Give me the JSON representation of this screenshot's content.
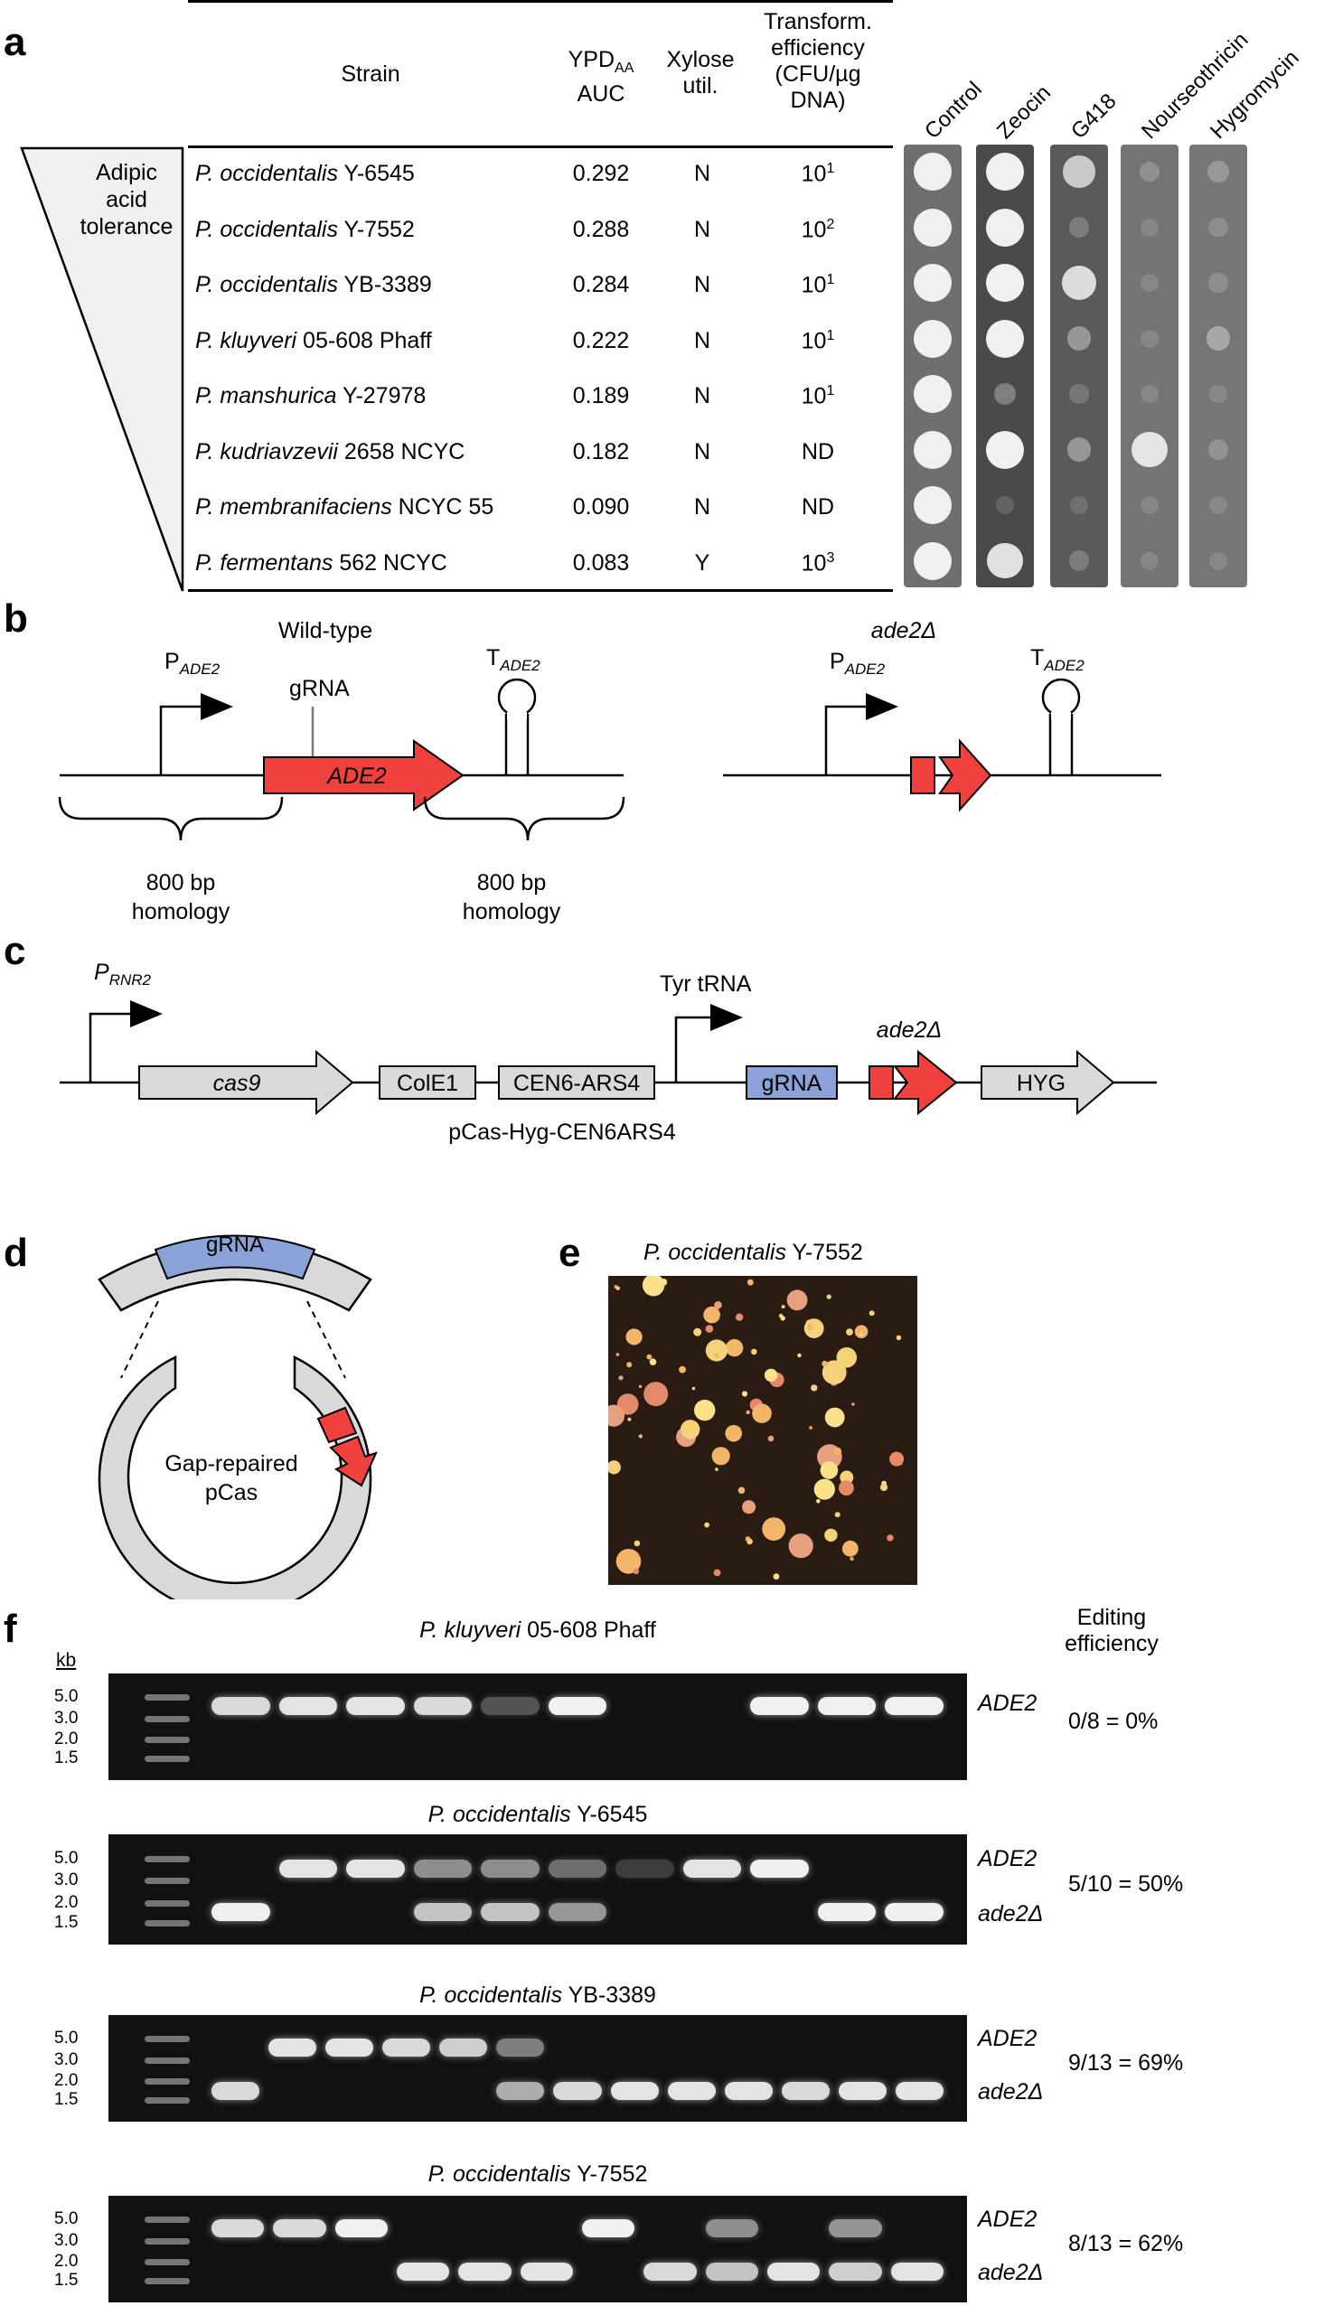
{
  "panel_labels": {
    "a": "a",
    "b": "b",
    "c": "c",
    "d": "d",
    "e": "e",
    "f": "f"
  },
  "table": {
    "headers": {
      "strain": "Strain",
      "ypd_line1": "YPD",
      "ypd_sub": "AA",
      "ypd_line2": "AUC",
      "xylose_line1": "Xylose",
      "xylose_line2": "util.",
      "tr_line1": "Transform.",
      "tr_line2": "efficiency",
      "tr_line3": "(CFU/µg",
      "tr_line4": "DNA)"
    },
    "tolerance_label_1": "Adipic",
    "tolerance_label_2": "acid",
    "tolerance_label_3": "tolerance",
    "rows": [
      {
        "genus": "P. occidentalis",
        "rest": " Y-6545",
        "auc": "0.292",
        "xyl": "N",
        "eff_base": "10",
        "eff_exp": "1",
        "spots": [
          1,
          1,
          0.7,
          0.1,
          0.15
        ]
      },
      {
        "genus": "P. occidentalis",
        "rest": " Y-7552",
        "auc": "0.288",
        "xyl": "N",
        "eff_base": "10",
        "eff_exp": "2",
        "spots": [
          1,
          1,
          0.1,
          0,
          0.05
        ]
      },
      {
        "genus": "P. occidentalis",
        "rest": " YB-3389",
        "auc": "0.284",
        "xyl": "N",
        "eff_base": "10",
        "eff_exp": "1",
        "spots": [
          1,
          1,
          0.85,
          0,
          0.05
        ]
      },
      {
        "genus": "P. kluyveri",
        "rest": " 05-608 Phaff",
        "auc": "0.222",
        "xyl": "N",
        "eff_base": "10",
        "eff_exp": "1",
        "spots": [
          1,
          1,
          0.3,
          0,
          0.3
        ]
      },
      {
        "genus": "P. manshurica",
        "rest": " Y-27978",
        "auc": "0.189",
        "xyl": "N",
        "eff_base": "10",
        "eff_exp": "1",
        "spots": [
          1,
          0.2,
          0.05,
          0,
          0
        ]
      },
      {
        "genus": "P. kudriavzevii",
        "rest": " 2658 NCYC",
        "auc": "0.182",
        "xyl": "N",
        "eff_base": "",
        "eff_exp": "",
        "eff_text": "ND",
        "spots": [
          1,
          1,
          0.3,
          0.9,
          0.1
        ]
      },
      {
        "genus": "P. membranifaciens",
        "rest": " NCYC 55",
        "auc": "0.090",
        "xyl": "N",
        "eff_base": "",
        "eff_exp": "",
        "eff_text": "ND",
        "spots": [
          1,
          0,
          0,
          0,
          0
        ]
      },
      {
        "genus": "P. fermentans",
        "rest": " 562 NCYC",
        "auc": "0.083",
        "xyl": "Y",
        "eff_base": "10",
        "eff_exp": "3",
        "spots": [
          1,
          0.9,
          0.1,
          0,
          0
        ]
      }
    ],
    "plate_columns": [
      "Control",
      "Zeocin",
      "G418",
      "Nourseothricin",
      "Hygromycin"
    ]
  },
  "panel_b": {
    "wildtype_title": "Wild-type",
    "mutant_title": "ade2Δ",
    "promoter_P": "P",
    "promoter_sub": "ADE2",
    "terminator_T": "T",
    "terminator_sub": "ADE2",
    "gene_label": "ADE2",
    "grna_label": "gRNA",
    "homology_left_1": "800 bp",
    "homology_left_2": "homology",
    "homology_right_1": "800 bp",
    "homology_right_2": "homology"
  },
  "panel_c": {
    "promoter_P": "P",
    "promoter_sub": "RNR2",
    "cas9": "cas9",
    "cole1": "ColE1",
    "cen": "CEN6-ARS4",
    "tyr": "Tyr tRNA",
    "grna": "gRNA",
    "ade2d": "ade2Δ",
    "hyg": "HYG",
    "plasmid_name": "pCas-Hyg-CEN6ARS4"
  },
  "panel_d": {
    "grna": "gRNA",
    "center_1": "Gap-repaired",
    "center_2": "pCas"
  },
  "panel_e": {
    "title_genus": "P. occidentalis",
    "title_rest": " Y-7552"
  },
  "panel_f": {
    "editing_title_1": "Editing",
    "editing_title_2": "efficiency",
    "kb_label": "kb",
    "ladder": [
      "5.0",
      "3.0",
      "2.0",
      "1.5"
    ],
    "gels": [
      {
        "title_genus": "P. kluyveri",
        "title_rest": " 05-608 Phaff",
        "labels": [
          "ADE2"
        ],
        "efficiency": "0/8 = 0%",
        "lanes": [
          [
            "H",
            0.9
          ],
          [
            "H",
            0.95
          ],
          [
            "H",
            0.95
          ],
          [
            "H",
            0.9
          ],
          [
            "H",
            0.3
          ],
          [
            "H",
            1
          ],
          [
            "N",
            0
          ],
          [
            "N",
            0
          ],
          [
            "H",
            1
          ],
          [
            "H",
            1
          ],
          [
            "H",
            1
          ]
        ]
      },
      {
        "title_genus": "P. occidentalis",
        "title_rest": " Y-6545",
        "labels": [
          "ADE2",
          "ade2Δ"
        ],
        "efficiency": "5/10 = 50%",
        "lanes": [
          [
            "L",
            1
          ],
          [
            "H",
            0.95
          ],
          [
            "H",
            0.95
          ],
          [
            "B",
            0.8
          ],
          [
            "B",
            0.8
          ],
          [
            "B",
            0.6
          ],
          [
            "H",
            0.2
          ],
          [
            "H",
            0.95
          ],
          [
            "H",
            1
          ],
          [
            "L",
            1
          ],
          [
            "L",
            1
          ]
        ]
      },
      {
        "title_genus": "P. occidentalis",
        "title_rest": " YB-3389",
        "labels": [
          "ADE2",
          "ade2Δ"
        ],
        "efficiency": "9/13 = 69%",
        "lanes": [
          [
            "L",
            0.9
          ],
          [
            "H",
            0.95
          ],
          [
            "H",
            0.95
          ],
          [
            "H",
            0.9
          ],
          [
            "H",
            0.85
          ],
          [
            "B",
            0.7
          ],
          [
            "L",
            0.9
          ],
          [
            "L",
            0.95
          ],
          [
            "L",
            0.95
          ],
          [
            "L",
            0.95
          ],
          [
            "L",
            0.9
          ],
          [
            "L",
            0.95
          ],
          [
            "L",
            0.95
          ]
        ]
      },
      {
        "title_genus": "P. occidentalis",
        "title_rest": " Y-7552",
        "labels": [
          "ADE2",
          "ade2Δ"
        ],
        "efficiency": "8/13 = 62%",
        "lanes": [
          [
            "H",
            0.9
          ],
          [
            "H",
            0.9
          ],
          [
            "H",
            1
          ],
          [
            "L",
            0.95
          ],
          [
            "L",
            0.95
          ],
          [
            "L",
            0.95
          ],
          [
            "H",
            1
          ],
          [
            "L",
            0.9
          ],
          [
            "B",
            0.8
          ],
          [
            "L",
            0.95
          ],
          [
            "B",
            0.85
          ],
          [
            "L",
            0.95
          ]
        ]
      }
    ]
  },
  "colors": {
    "gene_red": "#f0413f",
    "grna_blue": "#8aa2d8",
    "box_grey": "#d9d9d9"
  }
}
